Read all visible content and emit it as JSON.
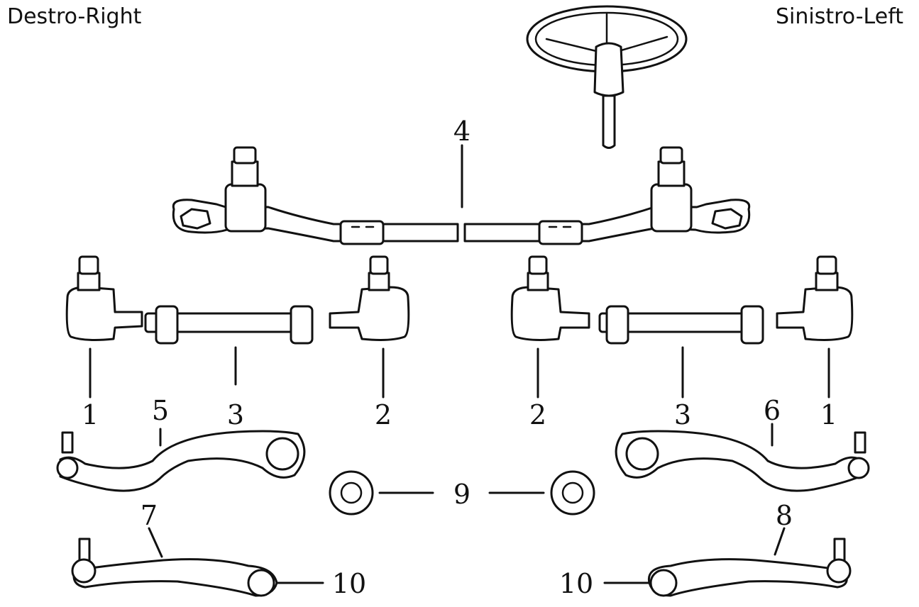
{
  "header": {
    "left_label": "Destro-Right",
    "right_label": "Sinistro-Left"
  },
  "callouts": {
    "c1": "1",
    "c2": "2",
    "c3": "3",
    "c4": "4",
    "c5": "5",
    "c6": "6",
    "c7": "7",
    "c8": "8",
    "c9": "9",
    "c10": "10"
  }
}
